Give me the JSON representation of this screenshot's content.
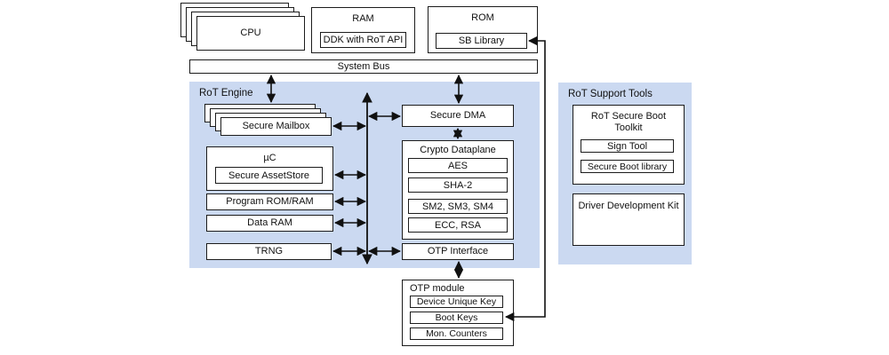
{
  "colors": {
    "panel_blue": "#cbd9f1",
    "border": "#1c1c1c",
    "background": "#ffffff",
    "connector": "#111111"
  },
  "top": {
    "cpu": "CPU",
    "ram": "RAM",
    "ram_inner": "DDK with RoT API",
    "rom": "ROM",
    "rom_inner": "SB Library",
    "system_bus": "System Bus"
  },
  "rot_engine": {
    "title": "RoT Engine",
    "secure_mailbox": "Secure Mailbox",
    "uc": "µC",
    "secure_assetstore": "Secure AssetStore",
    "program_rom_ram": "Program ROM/RAM",
    "data_ram": "Data RAM",
    "trng": "TRNG",
    "secure_dma": "Secure DMA",
    "crypto_dataplane": {
      "title": "Crypto Dataplane",
      "items": [
        "AES",
        "SHA-2",
        "SM2, SM3, SM4",
        "ECC, RSA"
      ]
    },
    "otp_interface": "OTP Interface"
  },
  "otp_module": {
    "title": "OTP module",
    "items": [
      "Device Unique Key",
      "Boot Keys",
      "Mon. Counters"
    ]
  },
  "support_tools": {
    "title": "RoT Support Tools",
    "toolkit": {
      "title": "RoT Secure Boot Toolkit",
      "items": [
        "Sign Tool",
        "Secure Boot library"
      ]
    },
    "ddk": "Driver Development Kit"
  }
}
